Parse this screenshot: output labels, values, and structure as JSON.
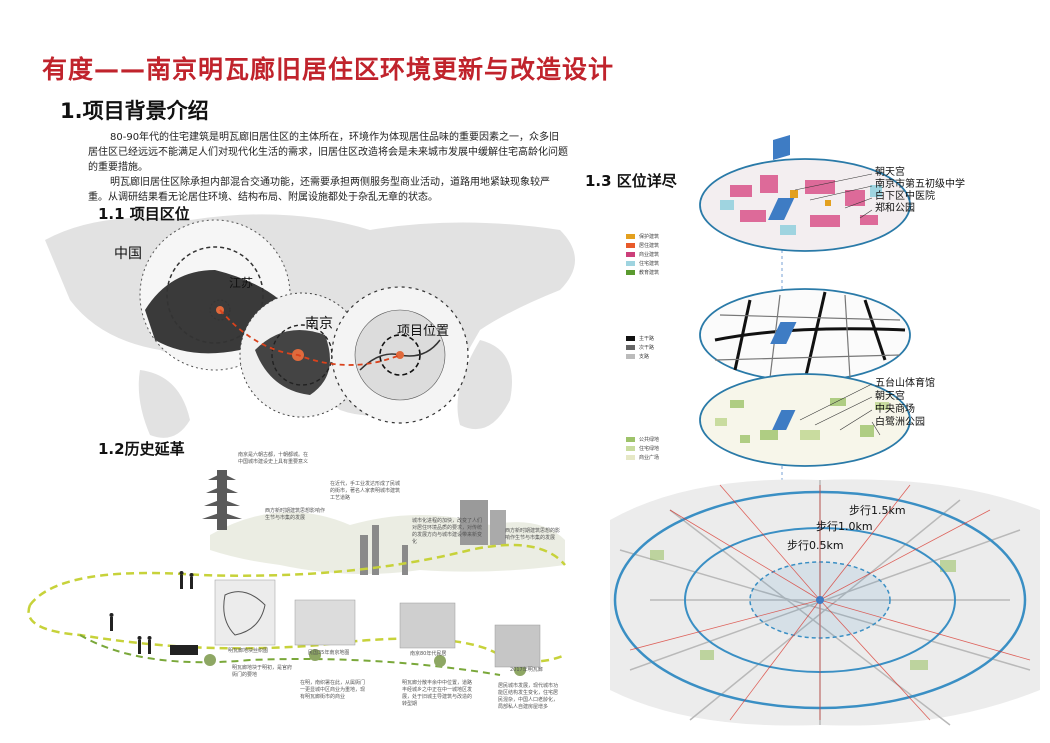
{
  "title": "有度——南京明瓦廊旧居住区环境更新与改造设计",
  "section1": "1.项目背景介绍",
  "intro": {
    "p1": "80-90年代的住宅建筑是明瓦廊旧居住区的主体所在，环境作为体现居住品味的重要因素之一，众多旧居住区已经远远不能满足人们对现代化生活的需求，旧居住区改造将会是未来城市发展中缓解住宅高龄化问题的重要措施。",
    "p2": "明瓦廊旧居住区除承担内部混合交通功能，还需要承担两侧服务型商业活动，道路用地紧缺现象较严重。从调研结果看无论居住环境、结构布局、附属设施都处于杂乱无章的状态。"
  },
  "location": {
    "heading": "1.1 项目区位",
    "china": "中国",
    "jiangsu": "江苏",
    "nanjing": "南京",
    "site": "项目位置"
  },
  "history": {
    "heading": "1.2历史延革",
    "notes": [
      "南京是六朝古都，十朝都城。在中国城市建设史上具有重要意义",
      "在近代，手工业发达形成了民城的街市，著名人家表明城市建筑工艺道路",
      "西方新时期建筑思想影响作生节与市集的发展",
      "城市化进程的加快，改变了人们对居住环境品质的要求，对传统的发展方向与城市建设带来新变化",
      "西方新时期建筑思想的影响作生节与市集的发展"
    ],
    "maps": [
      "明瓦廊地块丝织图",
      "民国35年南京地图",
      "南京80年代民居",
      "2017年明瓦廊"
    ],
    "captions": [
      "明瓦廊地块于明初，是官府衙门的要地",
      "在明，南织署在此，从属衙门一更显城中区商业为重地，现有明瓦廊街市的商业",
      "明瓦廊分散丰余中中位置，道路丰经城乡之中正在中一城地区发展，处于旧城主导建筑与改造的转型期",
      "居民城市发展，现代城市功能区结构发生变化，住宅居民混杂，中国人口老龄化，局部私人自建房屋增多"
    ]
  },
  "district": {
    "heading": "1.3 区位详尽",
    "annot1": [
      "朝天宫",
      "南京市第五初级中学",
      "白下区中医院",
      "郑和公园"
    ],
    "annot2": [
      "五台山体育馆",
      "朝天宫",
      "中央商场",
      "白鹭洲公园"
    ],
    "legend1": [
      {
        "color": "#e3a01f",
        "label": "保护建筑"
      },
      {
        "color": "#e85a2a",
        "label": "居住建筑"
      },
      {
        "color": "#cc3f7a",
        "label": "商业建筑"
      },
      {
        "color": "#9fd4e0",
        "label": "住宅建筑"
      },
      {
        "color": "#5a9a2f",
        "label": "教育建筑"
      }
    ],
    "legend2": [
      {
        "color": "#111111",
        "label": "主干路"
      },
      {
        "color": "#666666",
        "label": "次干路"
      },
      {
        "color": "#bbbbbb",
        "label": "支路"
      }
    ],
    "legend3": [
      {
        "color": "#9ec36a",
        "label": "公共绿地"
      },
      {
        "color": "#c9dc9f",
        "label": "住宅绿地"
      },
      {
        "color": "#e6e8c6",
        "label": "商业广场"
      }
    ],
    "walk": [
      "步行1.5km",
      "步行1.0km",
      "步行0.5km"
    ]
  }
}
